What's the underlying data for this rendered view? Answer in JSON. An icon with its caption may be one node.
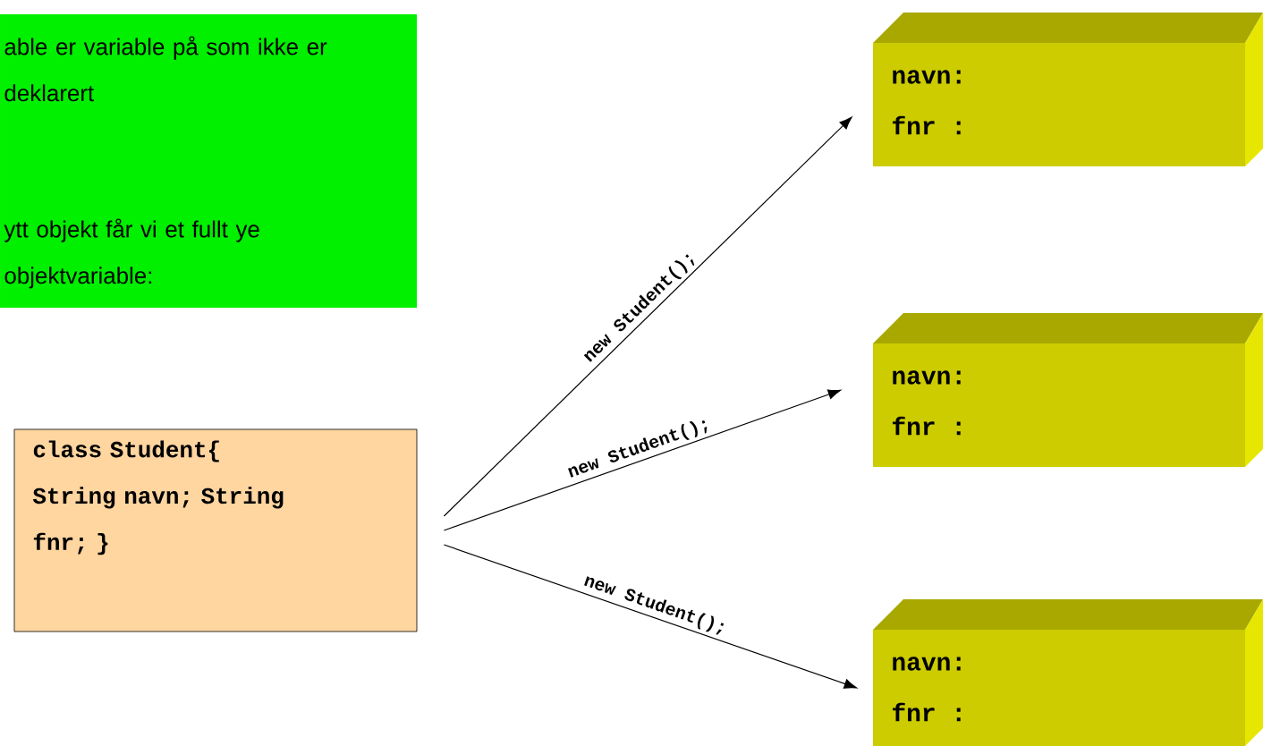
{
  "diagram": {
    "nodes": [
      {
        "text": [
          "able er variable på som ikke er deklarert",
          "ytt objekt får vi et fullt ye objektvariable:"
        ]
      },
      {
        "text": [
          "class Student{ String navn; String fnr; }"
        ]
      },
      {
        "text": [
          "navn:",
          "fnr :"
        ]
      },
      {
        "text": [
          "navn:",
          "fnr :"
        ]
      },
      {
        "text": [
          "navn:",
          "fnr :"
        ]
      }
    ],
    "edges": [
      {
        "from": 1,
        "to": 2,
        "arrow": "to",
        "label": "new Student();"
      },
      {
        "from": 1,
        "to": 3,
        "arrow": "to",
        "label": "new Student();"
      },
      {
        "from": 1,
        "to": 4,
        "arrow": "to",
        "label": "new Student();"
      }
    ]
  }
}
